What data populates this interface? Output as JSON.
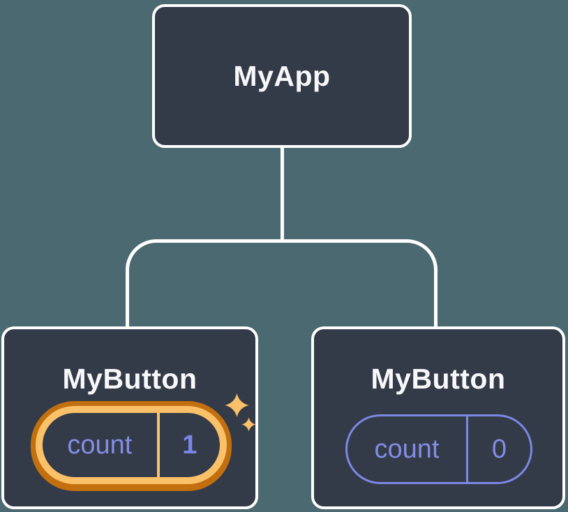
{
  "diagram": {
    "type": "component-tree",
    "root": {
      "label": "MyApp"
    },
    "children": [
      {
        "label": "MyButton",
        "state_key": "count",
        "state_value": "1",
        "highlighted": true,
        "badge_icon": "sparkles-icon"
      },
      {
        "label": "MyButton",
        "state_key": "count",
        "state_value": "0",
        "highlighted": false
      }
    ],
    "colors": {
      "background": "#4b6971",
      "node_fill": "#343b48",
      "node_border": "#ffffff",
      "connector": "#ffffff",
      "title_text": "#f7f8fa",
      "purple": "#7d87e4",
      "purple_text": "#848ce6",
      "orange_light": "#fbc169",
      "orange_dark": "#c2700f"
    }
  }
}
